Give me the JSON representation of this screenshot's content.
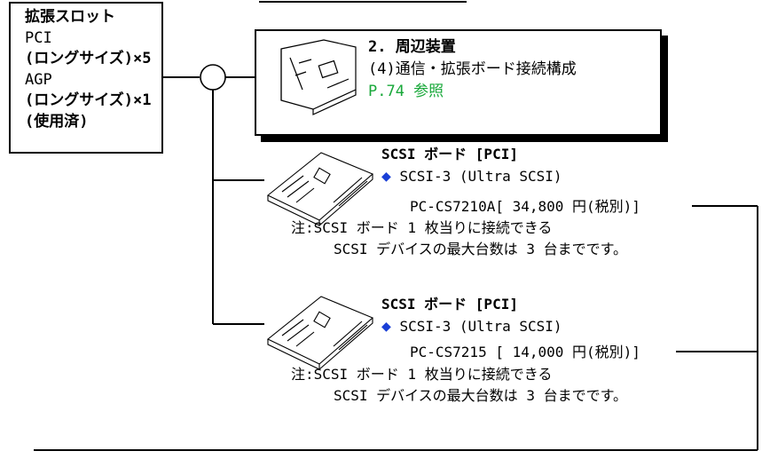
{
  "slots": {
    "title": "拡張スロット",
    "lines": [
      {
        "text": "PCI",
        "bold": false
      },
      {
        "text": "(ロングサイズ)×5",
        "bold": true
      },
      {
        "text": "AGP",
        "bold": false
      },
      {
        "text": "(ロングサイズ)×1",
        "bold": true
      },
      {
        "text": "(使用済)",
        "bold": true
      }
    ]
  },
  "reference": {
    "heading": "2. 周辺装置",
    "subheading": "(4)通信・拡張ボード接続構成",
    "page_ref": "P.74 参照"
  },
  "boards": [
    {
      "name": "SCSI ボード [PCI]",
      "spec": "SCSI-3 (Ultra SCSI)",
      "model": "PC-CS7210A[ 34,800 円(税別)]",
      "note_line1": "注:SCSI ボード 1 枚当りに接続できる",
      "note_line2": "SCSI デバイスの最大台数は 3 台までです。"
    },
    {
      "name": "SCSI ボード [PCI]",
      "spec": "SCSI-3 (Ultra SCSI)",
      "model": "PC-CS7215 [ 14,000 円(税別)]",
      "note_line1": "注:SCSI ボード 1 枚当りに接続できる",
      "note_line2": "SCSI デバイスの最大台数は 3 台までです。"
    }
  ],
  "colors": {
    "accent_diamond": "#1a3fd6",
    "page_ref": "#19a83a"
  }
}
